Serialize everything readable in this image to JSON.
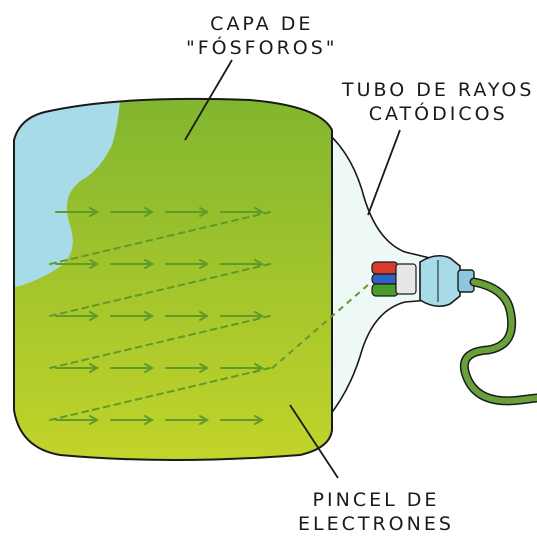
{
  "labels": {
    "phosphor_layer": [
      "CAPA DE",
      "\"FÓSFOROS\""
    ],
    "crt": [
      "TUBO DE RAYOS",
      "CATÓDICOS"
    ],
    "electron_beam": [
      "PINCEL DE",
      "ELECTRONES"
    ]
  },
  "colors": {
    "screen_green": "#b8cf2a",
    "screen_dark_green": "#8fb52a",
    "unlit_blue": "#a8dbe8",
    "bulb_glass": "#eef8f6",
    "beam_dash": "#5f9a2a",
    "cable": "#6aa03a",
    "outline": "#1a1a1a"
  },
  "scan_rows": 5
}
